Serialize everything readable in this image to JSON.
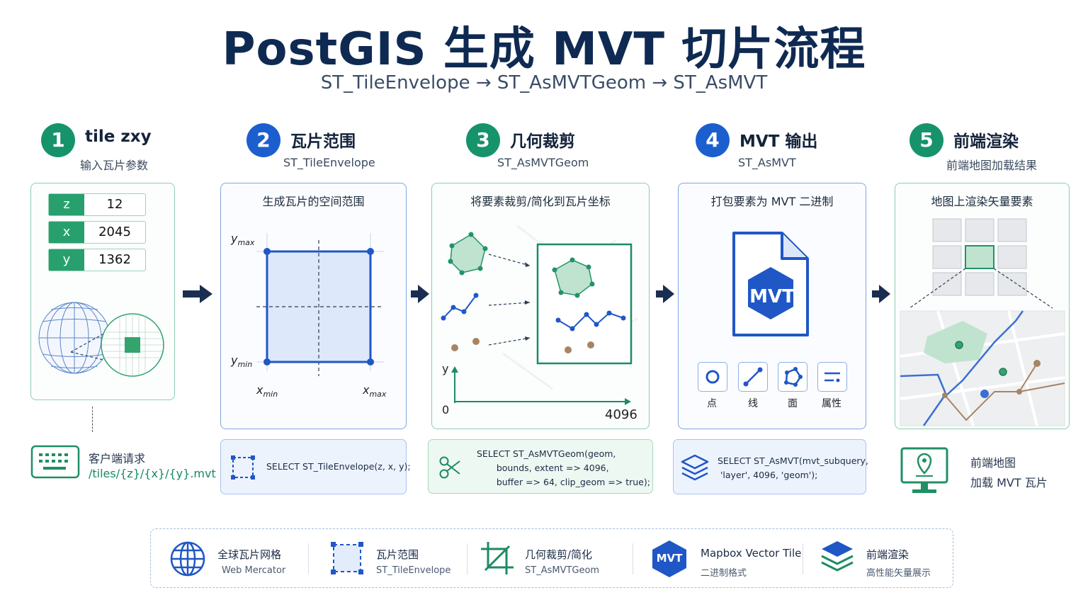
{
  "header": {
    "title": "PostGIS 生成 MVT 切片流程",
    "subtitle": "ST_TileEnvelope → ST_AsMVTGeom → ST_AsMVT"
  },
  "steps": [
    {
      "num": "1",
      "title": "tile zxy",
      "sub": "输入瓦片参数"
    },
    {
      "num": "2",
      "title": "瓦片范围",
      "sub": "ST_TileEnvelope",
      "caption": "生成瓦片的空间范围"
    },
    {
      "num": "3",
      "title": "几何裁剪",
      "sub": "ST_AsMVTGeom",
      "caption": "将要素裁剪/简化到瓦片坐标"
    },
    {
      "num": "4",
      "title": "MVT 输出",
      "sub": "ST_AsMVT",
      "caption": "打包要素为 MVT 二进制"
    },
    {
      "num": "5",
      "title": "前端渲染",
      "sub": "前端地图加载结果",
      "caption": "地图上渲染矢量要素"
    }
  ],
  "tile_params": [
    {
      "key": "z",
      "value": "12"
    },
    {
      "key": "x",
      "value": "2045"
    },
    {
      "key": "y",
      "value": "1362"
    }
  ],
  "envelope_labels": {
    "ymax": "y",
    "ymax_sub": "max",
    "ymin": "y",
    "ymin_sub": "min",
    "xmin": "x",
    "xmin_sub": "min",
    "xmax": "x",
    "xmax_sub": "max"
  },
  "clip_axis": {
    "y": "y",
    "origin": "0",
    "extent": "4096"
  },
  "mvt": {
    "badge": "MVT",
    "geom_types": [
      {
        "icon": "point-icon",
        "label": "点"
      },
      {
        "icon": "line-icon",
        "label": "线"
      },
      {
        "icon": "polygon-icon",
        "label": "面"
      },
      {
        "icon": "attributes-icon",
        "label": "属性"
      }
    ]
  },
  "client": {
    "label": "客户端请求",
    "url": "/tiles/{z}/{x}/{y}.mvt"
  },
  "code": {
    "envelope": "SELECT ST_TileEnvelope(z, x, y);",
    "asmvtgeom": "SELECT ST_AsMVTGeom(geom,\n       bounds, extent => 4096,\n       buffer => 64, clip_geom => true);",
    "asmvt": "SELECT ST_AsMVT(mvt_subquery,\n 'layer', 4096, 'geom');"
  },
  "frontend": {
    "line1": "前端地图",
    "line2": "加载 MVT 瓦片"
  },
  "legend": [
    {
      "icon": "globe-icon",
      "title": "全球瓦片网格",
      "sub": "Web Mercator"
    },
    {
      "icon": "tile-extent-icon",
      "title": "瓦片范围",
      "sub": "ST_TileEnvelope"
    },
    {
      "icon": "crop-icon",
      "title": "几何裁剪/简化",
      "sub": "ST_AsMVTGeom"
    },
    {
      "icon": "mvt-hex-icon",
      "title": "Mapbox Vector Tile",
      "sub": "二进制格式",
      "badge": "MVT"
    },
    {
      "icon": "layers-icon",
      "title": "前端渲染",
      "sub": "高性能矢量展示"
    }
  ],
  "colors": {
    "navy": "#0f2a52",
    "green": "#16936a",
    "blue": "#1b5fcf",
    "brown": "#a78462"
  }
}
